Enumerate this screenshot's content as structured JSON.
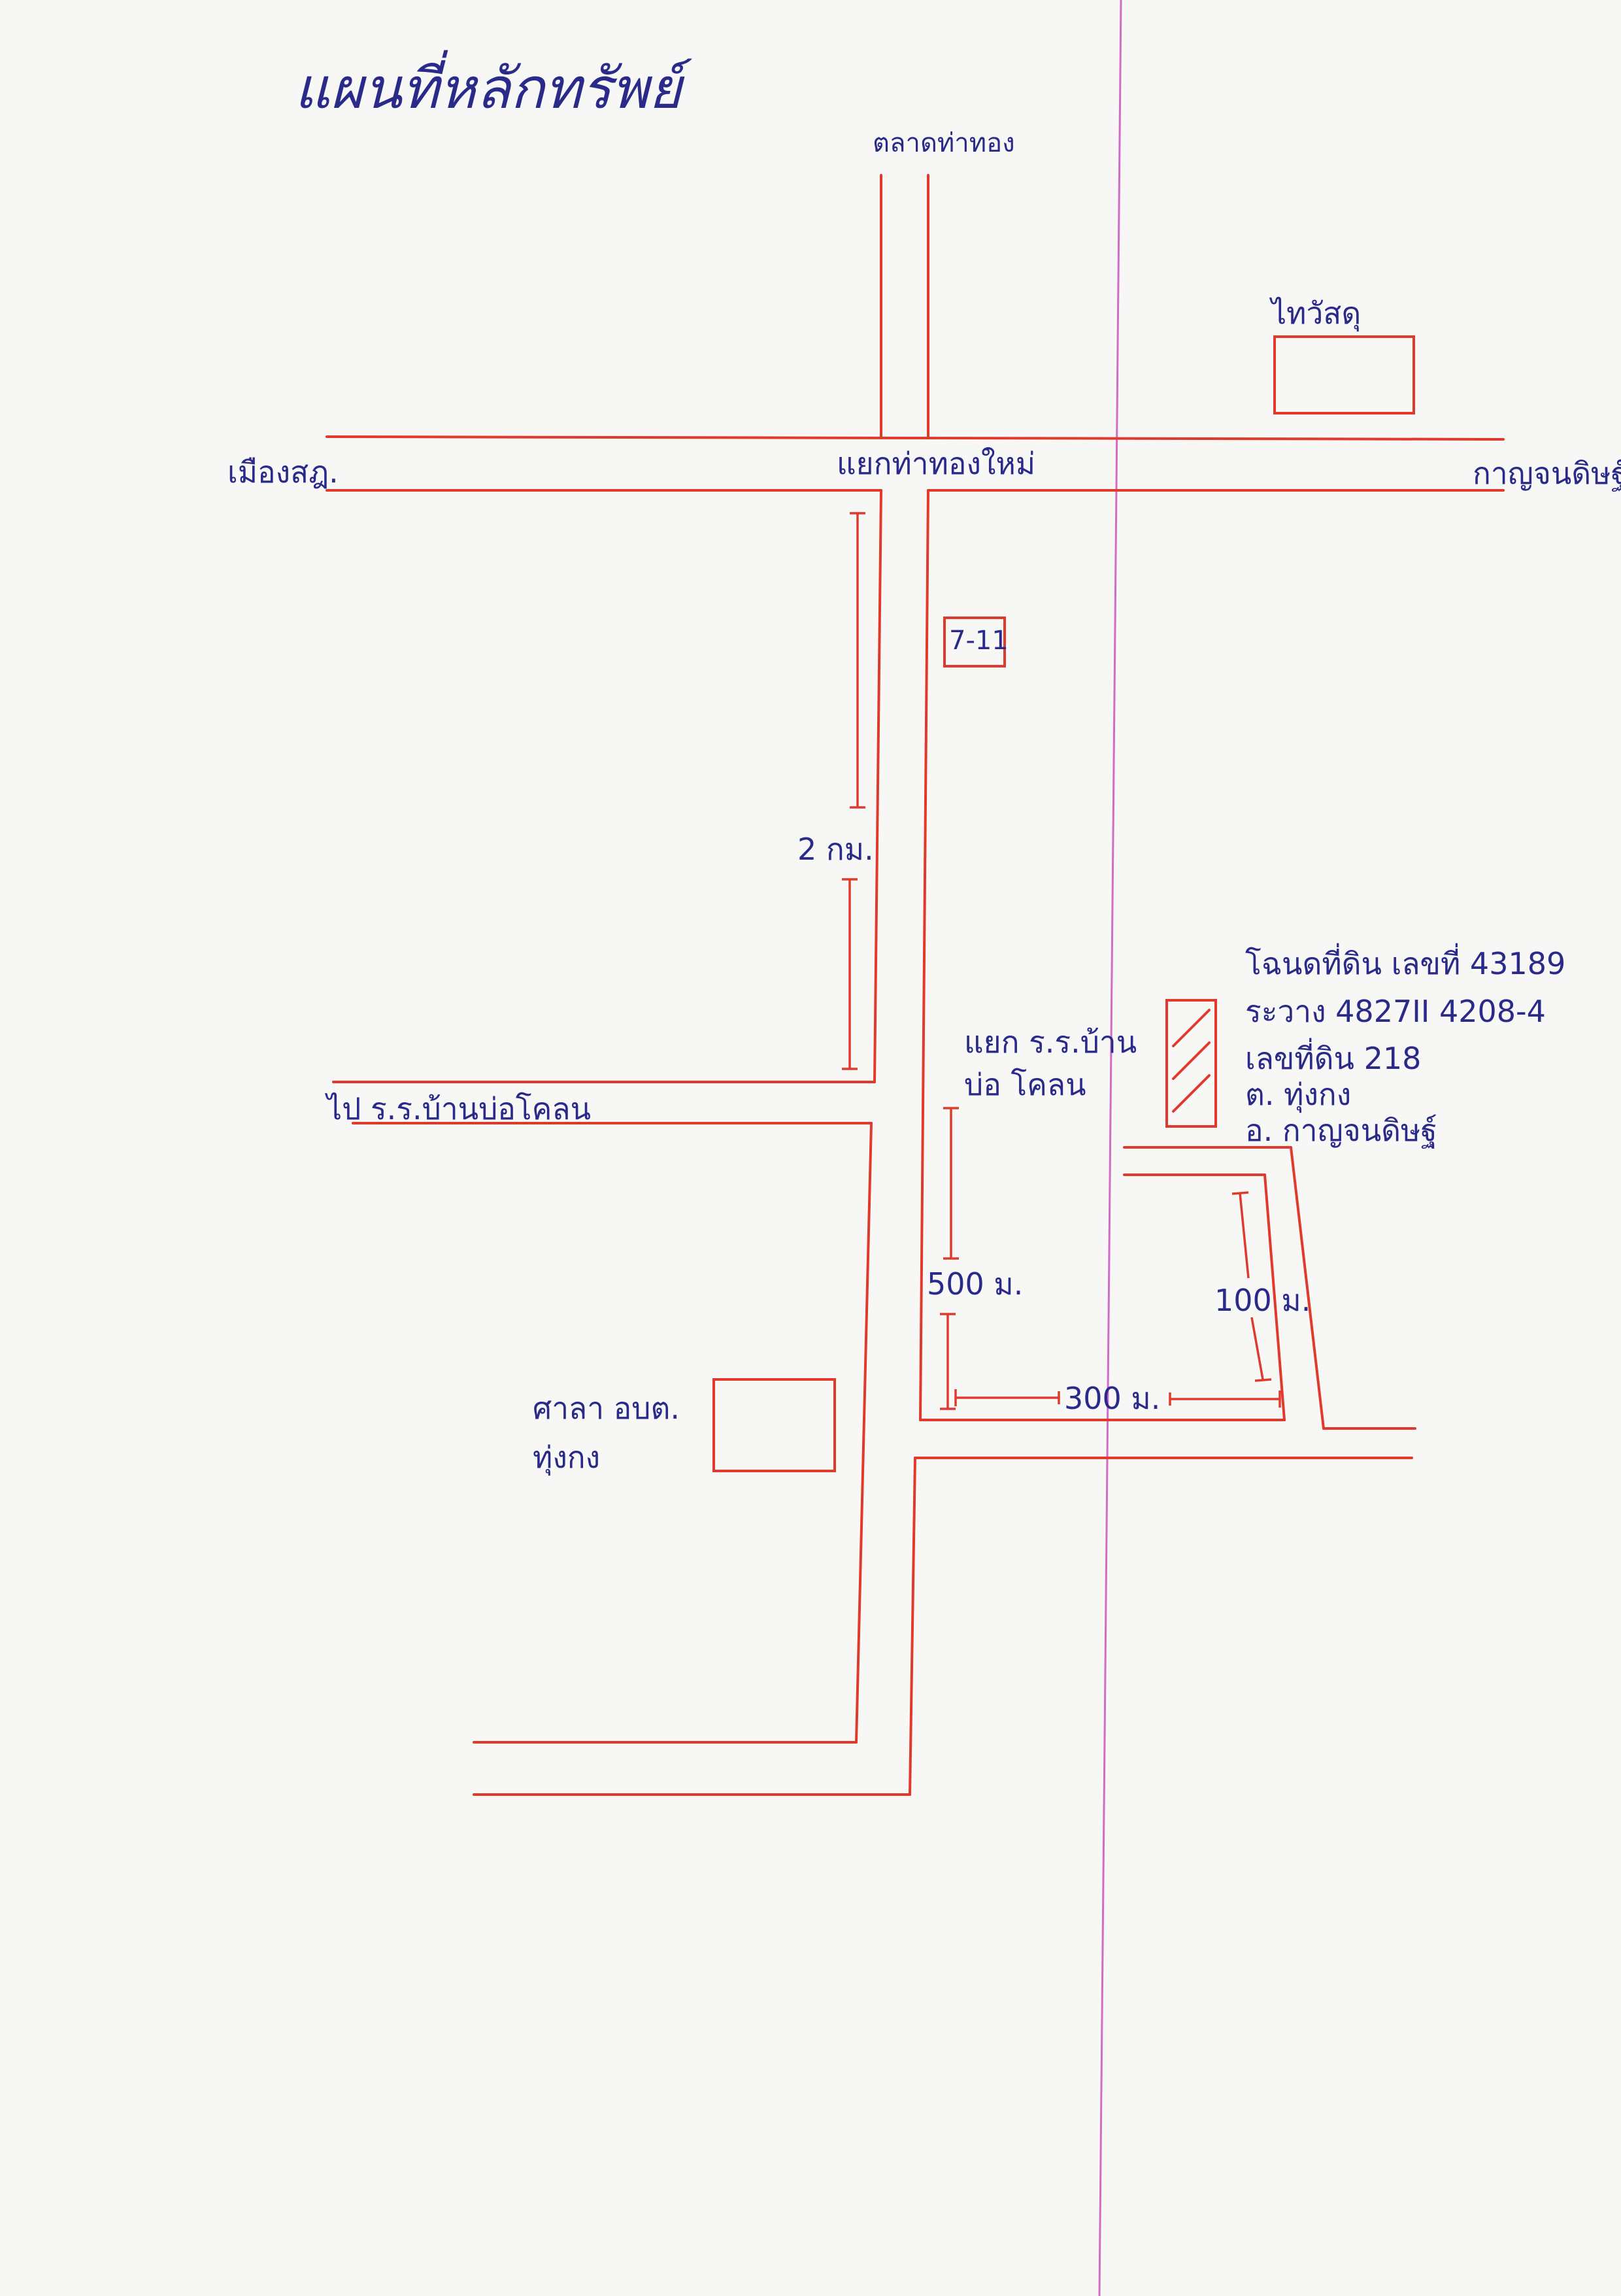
{
  "title": "แผนที่หลักทรัพย์",
  "labels": {
    "north_road": "ตลาดท่าทอง",
    "junction": "แยกท่าทองใหม่",
    "west_road": "เมืองสฎ.",
    "east_road": "กาญจนดิษฐ์",
    "warehouse": "ไทวัสดุ",
    "store": "7-11",
    "dist_2km": "2 กม.",
    "school_road": "ไป ร.ร.บ้านบ่อโคลน",
    "school_junction_line1": "แยก ร.ร.บ้าน",
    "school_junction_line2": "บ่อ โคลน",
    "office_line1": "ศาลา อบต.",
    "office_line2": "ทุ่งกง",
    "dist_500m": "500 ม.",
    "dist_300m": "300 ม.",
    "dist_100m": "100 ม."
  },
  "deed": {
    "line1": "โฉนดที่ดิน เลขที่ 43189",
    "line2": "ระวาง 4827II 4208-4",
    "line3": "เลขที่ดิน 218",
    "line4": "ต. ทุ่งกง",
    "line5": "อ. กาญจนดิษฐ์"
  },
  "colors": {
    "road": "#e03a2c",
    "ink": "#2a2a8a",
    "margin_line": "#d26bc8"
  }
}
